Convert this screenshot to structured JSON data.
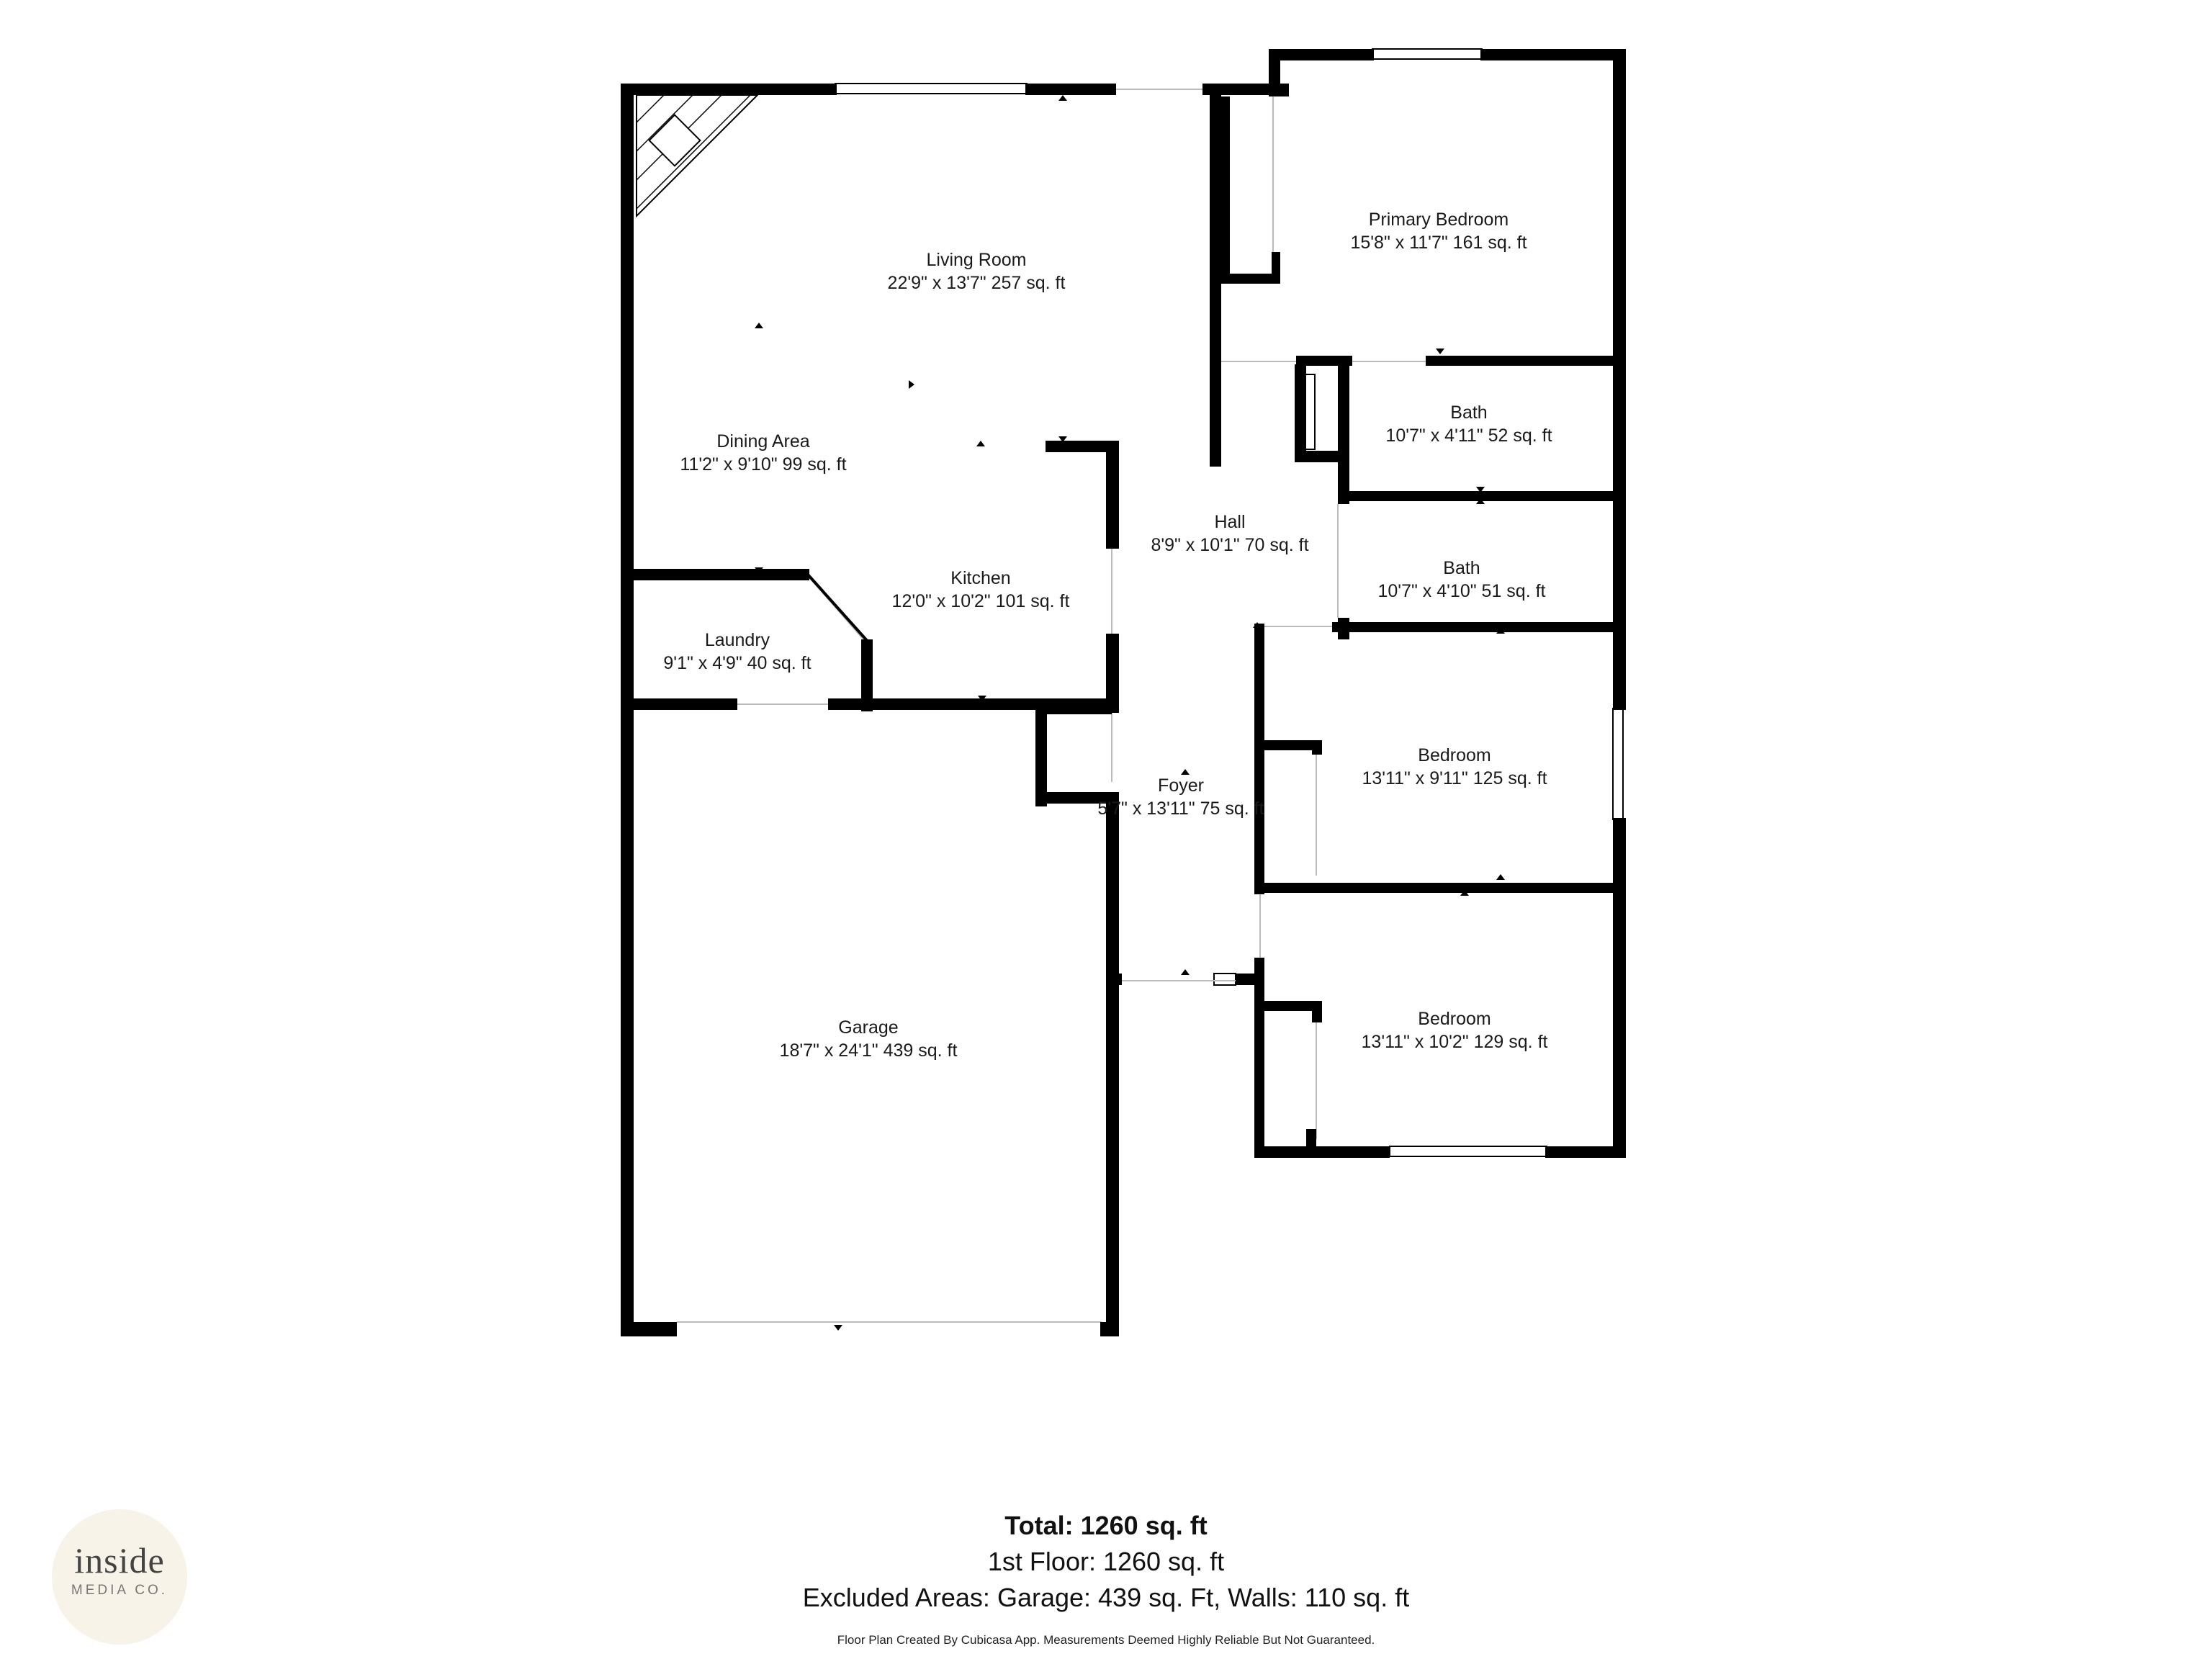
{
  "rooms": [
    {
      "name": "Living Room",
      "dims": "22'9\" x 13'7\" 257 sq. ft"
    },
    {
      "name": "Primary Bedroom",
      "dims": "15'8\" x 11'7\" 161 sq. ft"
    },
    {
      "name": "Bath",
      "dims": "10'7\" x 4'11\" 52 sq. ft"
    },
    {
      "name": "Dining Area",
      "dims": "11'2\" x 9'10\" 99 sq. ft"
    },
    {
      "name": "Hall",
      "dims": "8'9\" x 10'1\" 70 sq. ft"
    },
    {
      "name": "Bath",
      "dims": "10'7\" x 4'10\" 51 sq. ft"
    },
    {
      "name": "Kitchen",
      "dims": "12'0\" x 10'2\" 101 sq. ft"
    },
    {
      "name": "Laundry",
      "dims": "9'1\" x 4'9\" 40 sq. ft"
    },
    {
      "name": "Bedroom",
      "dims": "13'11\" x 9'11\" 125 sq. ft"
    },
    {
      "name": "Foyer",
      "dims": "5'7\" x 13'11\" 75 sq. ft"
    },
    {
      "name": "Bedroom",
      "dims": "13'11\" x 10'2\" 129 sq. ft"
    },
    {
      "name": "Garage",
      "dims": "18'7\" x 24'1\" 439 sq. ft"
    }
  ],
  "summary": {
    "total": "Total: 1260 sq. ft",
    "floor": "1st Floor: 1260 sq. ft",
    "excluded": "Excluded Areas: Garage: 439 sq. Ft, Walls: 110 sq. ft",
    "disclaimer": "Floor Plan Created By Cubicasa App. Measurements Deemed Highly Reliable But Not Guaranteed."
  },
  "logo": {
    "main": "inside",
    "sub": "MEDIA CO."
  },
  "colors": {
    "wall": "#000000",
    "background": "#ffffff",
    "logo_background": "#f7f3e8"
  }
}
